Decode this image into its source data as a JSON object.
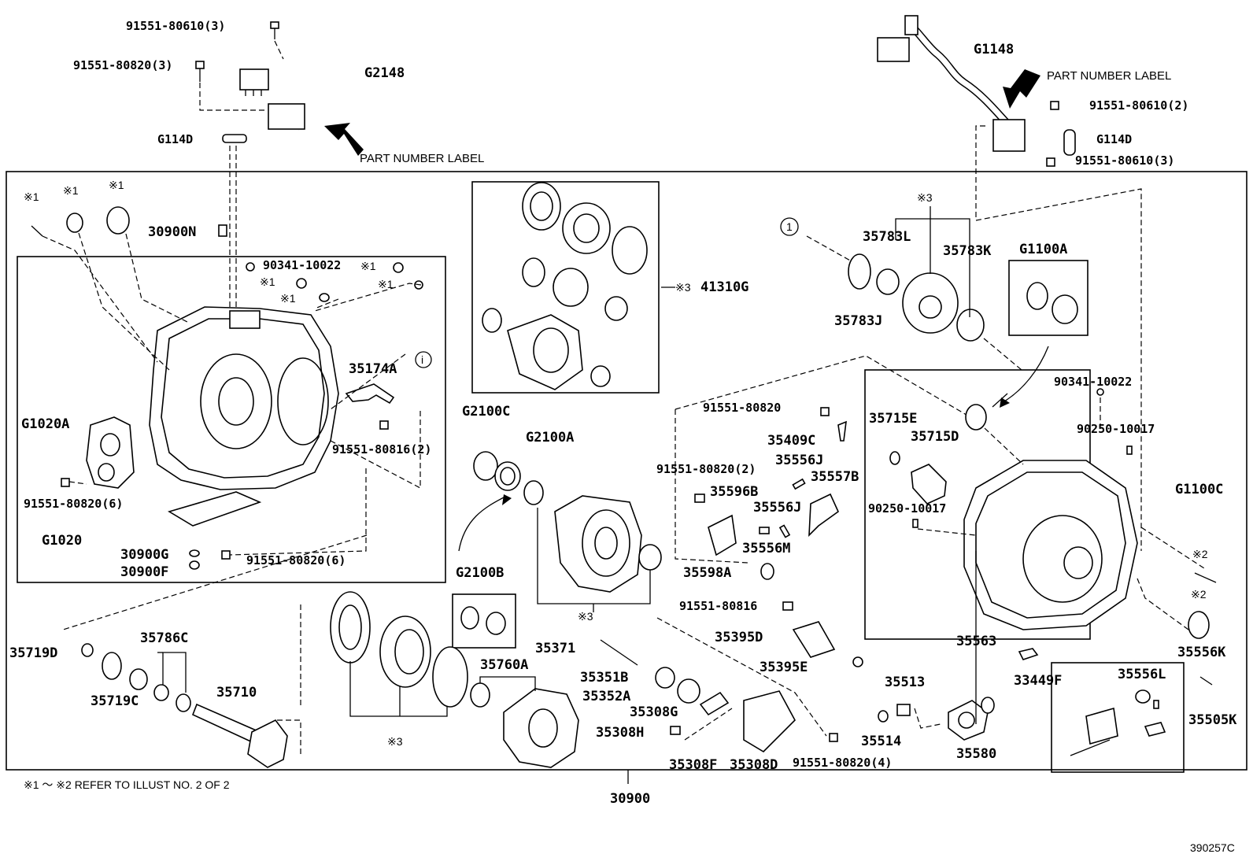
{
  "diagram_id": "390257C",
  "footnote": "※1 ～ ※2 REFER TO ILLUST NO. 2 OF 2",
  "arrow_labels": {
    "left": "PART NUMBER LABEL",
    "right": "PART NUMBER LABEL"
  },
  "marks": {
    "m1": "※1",
    "m2": "※2",
    "m3": "※3",
    "circle1": "1",
    "circle_i": "i"
  },
  "assembly": "30900",
  "parts": {
    "p91551_80610_3a": "91551-80610(3)",
    "p91551_80820_3": "91551-80820(3)",
    "pG2148": "G2148",
    "pG114D_left": "G114D",
    "pG1148": "G1148",
    "p91551_80610_2": "91551-80610(2)",
    "pG114D_right": "G114D",
    "p91551_80610_3b": "91551-80610(3)",
    "p30900N": "30900N",
    "p90341_10022_a": "90341-10022",
    "p41310G": "41310G",
    "p35783L": "35783L",
    "p35783K": "35783K",
    "pG1100A": "G1100A",
    "p35783J": "35783J",
    "p35174A": "35174A",
    "pG2100C": "G2100C",
    "pG1020A": "G1020A",
    "p91551_80816_2": "91551-80816(2)",
    "pG2100A": "G2100A",
    "p91551_80820_6a": "91551-80820(6)",
    "pG1020": "G1020",
    "p30900G": "30900G",
    "p30900F": "30900F",
    "p91551_80820_6b": "91551-80820(6)",
    "pG2100B": "G2100B",
    "p91551_80820_a": "91551-80820",
    "p35409C": "35409C",
    "p35715E": "35715E",
    "p35715D": "35715D",
    "p90341_10022_b": "90341-10022",
    "p90250_10017_a": "90250-10017",
    "pG1100C": "G1100C",
    "p91551_80820_2": "91551-80820(2)",
    "p35556J_a": "35556J",
    "p35557B": "35557B",
    "p35596B": "35596B",
    "p35556J_b": "35556J",
    "p90250_10017_b": "90250-10017",
    "p35556M": "35556M",
    "p35598A": "35598A",
    "p91551_80816": "91551-80816",
    "p35395D": "35395D",
    "p35395E": "35395E",
    "p35371": "35371",
    "p35351B": "35351B",
    "p35352A": "35352A",
    "p35308G": "35308G",
    "p35308H": "35308H",
    "p35308F": "35308F",
    "p35308D": "35308D",
    "p91551_80820_4": "91551-80820(4)",
    "p35719D": "35719D",
    "p35786C": "35786C",
    "p35719C": "35719C",
    "p35710": "35710",
    "p35760A": "35760A",
    "p35563": "35563",
    "p35513": "35513",
    "p35514": "35514",
    "p35580": "35580",
    "p33449F": "33449F",
    "p35556K": "35556K",
    "p35556L": "35556L",
    "p35505K": "35505K"
  }
}
